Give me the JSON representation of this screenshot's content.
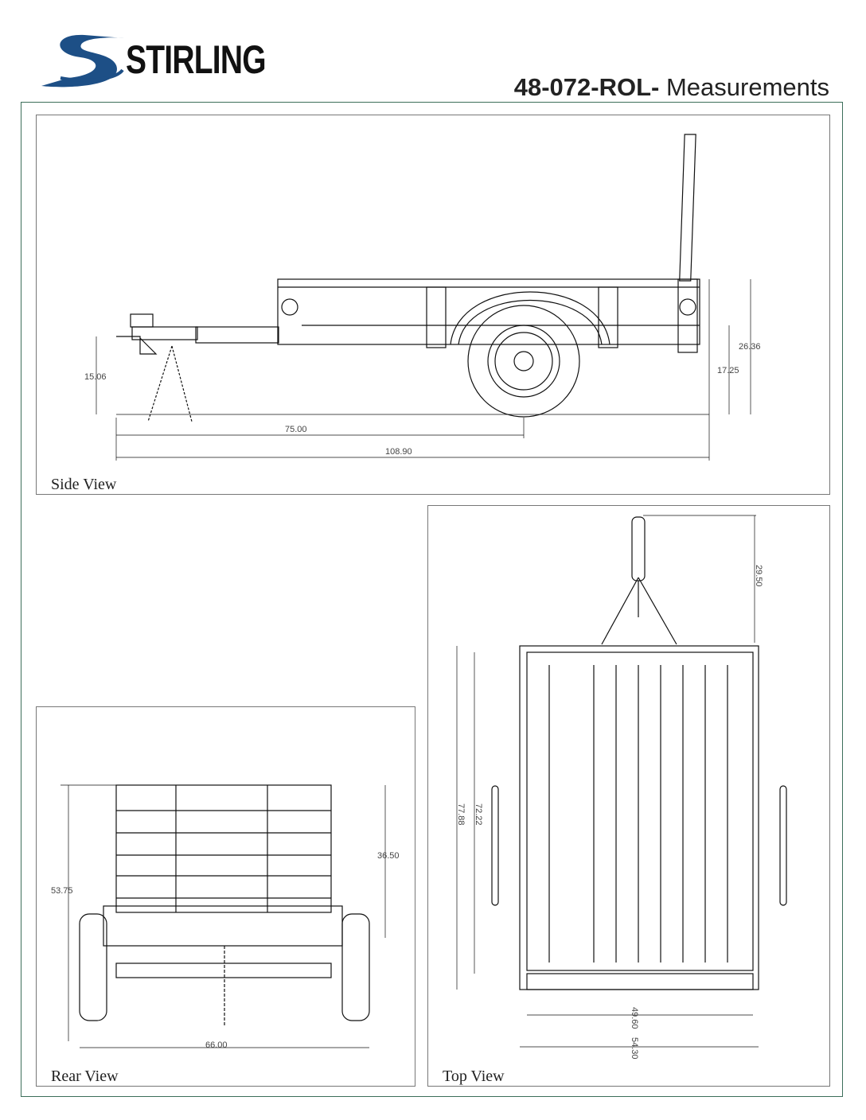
{
  "header": {
    "brand": "STIRLING",
    "title_bold": "48-072-ROL-",
    "title_regular": " Measurements"
  },
  "side_view": {
    "label": "Side View",
    "dims": {
      "hitch_height": "15.06",
      "axle_position": "75.00",
      "overall_length": "108.90",
      "bed_height": "17.25",
      "side_height": "26.36"
    }
  },
  "rear_view": {
    "label": "Rear View",
    "dims": {
      "overall_height": "53.75",
      "gate_height": "36.50",
      "overall_width": "66.00"
    }
  },
  "top_view": {
    "label": "Top View",
    "dims": {
      "tongue_length": "29.50",
      "overall_bed_length": "77.88",
      "inner_bed_length": "72.22",
      "inner_width": "49.60",
      "outer_width": "54.30"
    }
  }
}
